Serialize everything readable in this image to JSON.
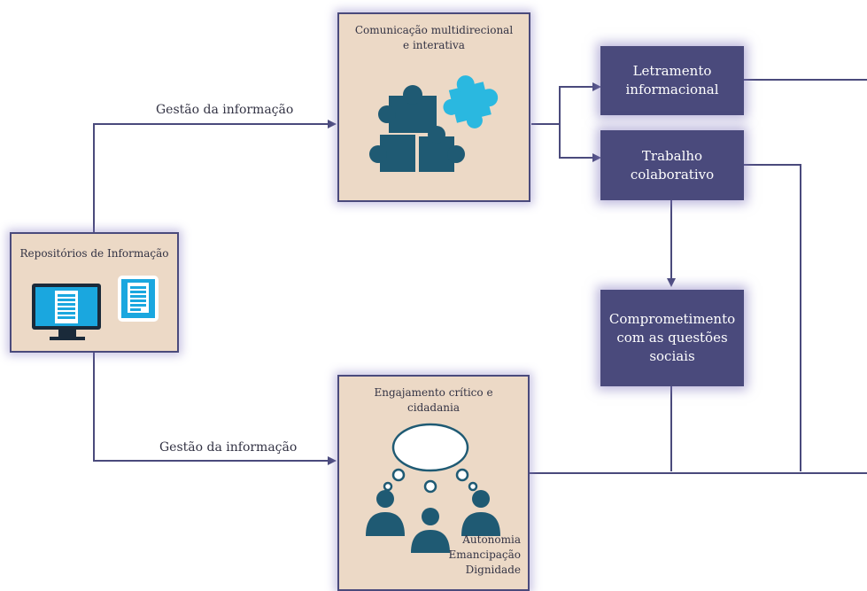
{
  "diagram": {
    "repositories": {
      "title": "Repositórios de Informação",
      "icons": [
        "monitor-document-icon",
        "tablet-document-icon"
      ]
    },
    "communication": {
      "title": "Comunicação multidirecional\ne interativa",
      "icon": "puzzle-pieces-icon"
    },
    "engagement": {
      "title": "Engajamento crítico e\ncidadania",
      "values": [
        "Autonomia",
        "Emancipação",
        "Dignidade"
      ],
      "icons": [
        "speech-bubble-icon",
        "people-icon"
      ]
    },
    "boxes": {
      "letramento": "Letramento\ninformacional",
      "trabalho": "Trabalho\ncolaborativo",
      "comprometimento": "Comprometimento\ncom as questões\nsociais"
    },
    "edges": {
      "top_label": "Gestão da informação",
      "bottom_label": "Gestão da informação"
    },
    "colors": {
      "navy": "#4a4a7c",
      "beige": "#ecd9c6",
      "puzzle_dark": "#1f5a73",
      "puzzle_light": "#2ab8e0",
      "screen": "#1aa7df"
    }
  }
}
